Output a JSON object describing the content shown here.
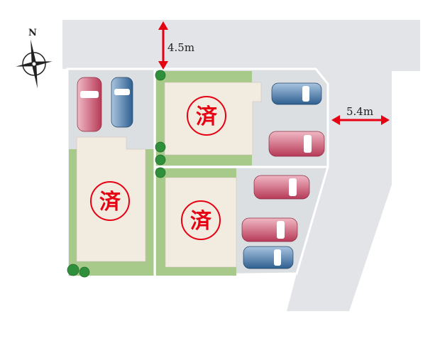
{
  "compass": {
    "north_label": "N"
  },
  "dimensions": {
    "top_road_width": "4.5m",
    "right_road_width": "5.4m"
  },
  "lots": [
    {
      "status": "済"
    },
    {
      "status": "済"
    },
    {
      "status": "済"
    }
  ],
  "colors": {
    "road": "#e2e4e7",
    "grass": "#a7c98a",
    "house": "#f2ebe0",
    "stamp": "#e60012",
    "arrow": "#e60012",
    "car_red": "#c9506a",
    "car_blue": "#3f6f9e"
  }
}
